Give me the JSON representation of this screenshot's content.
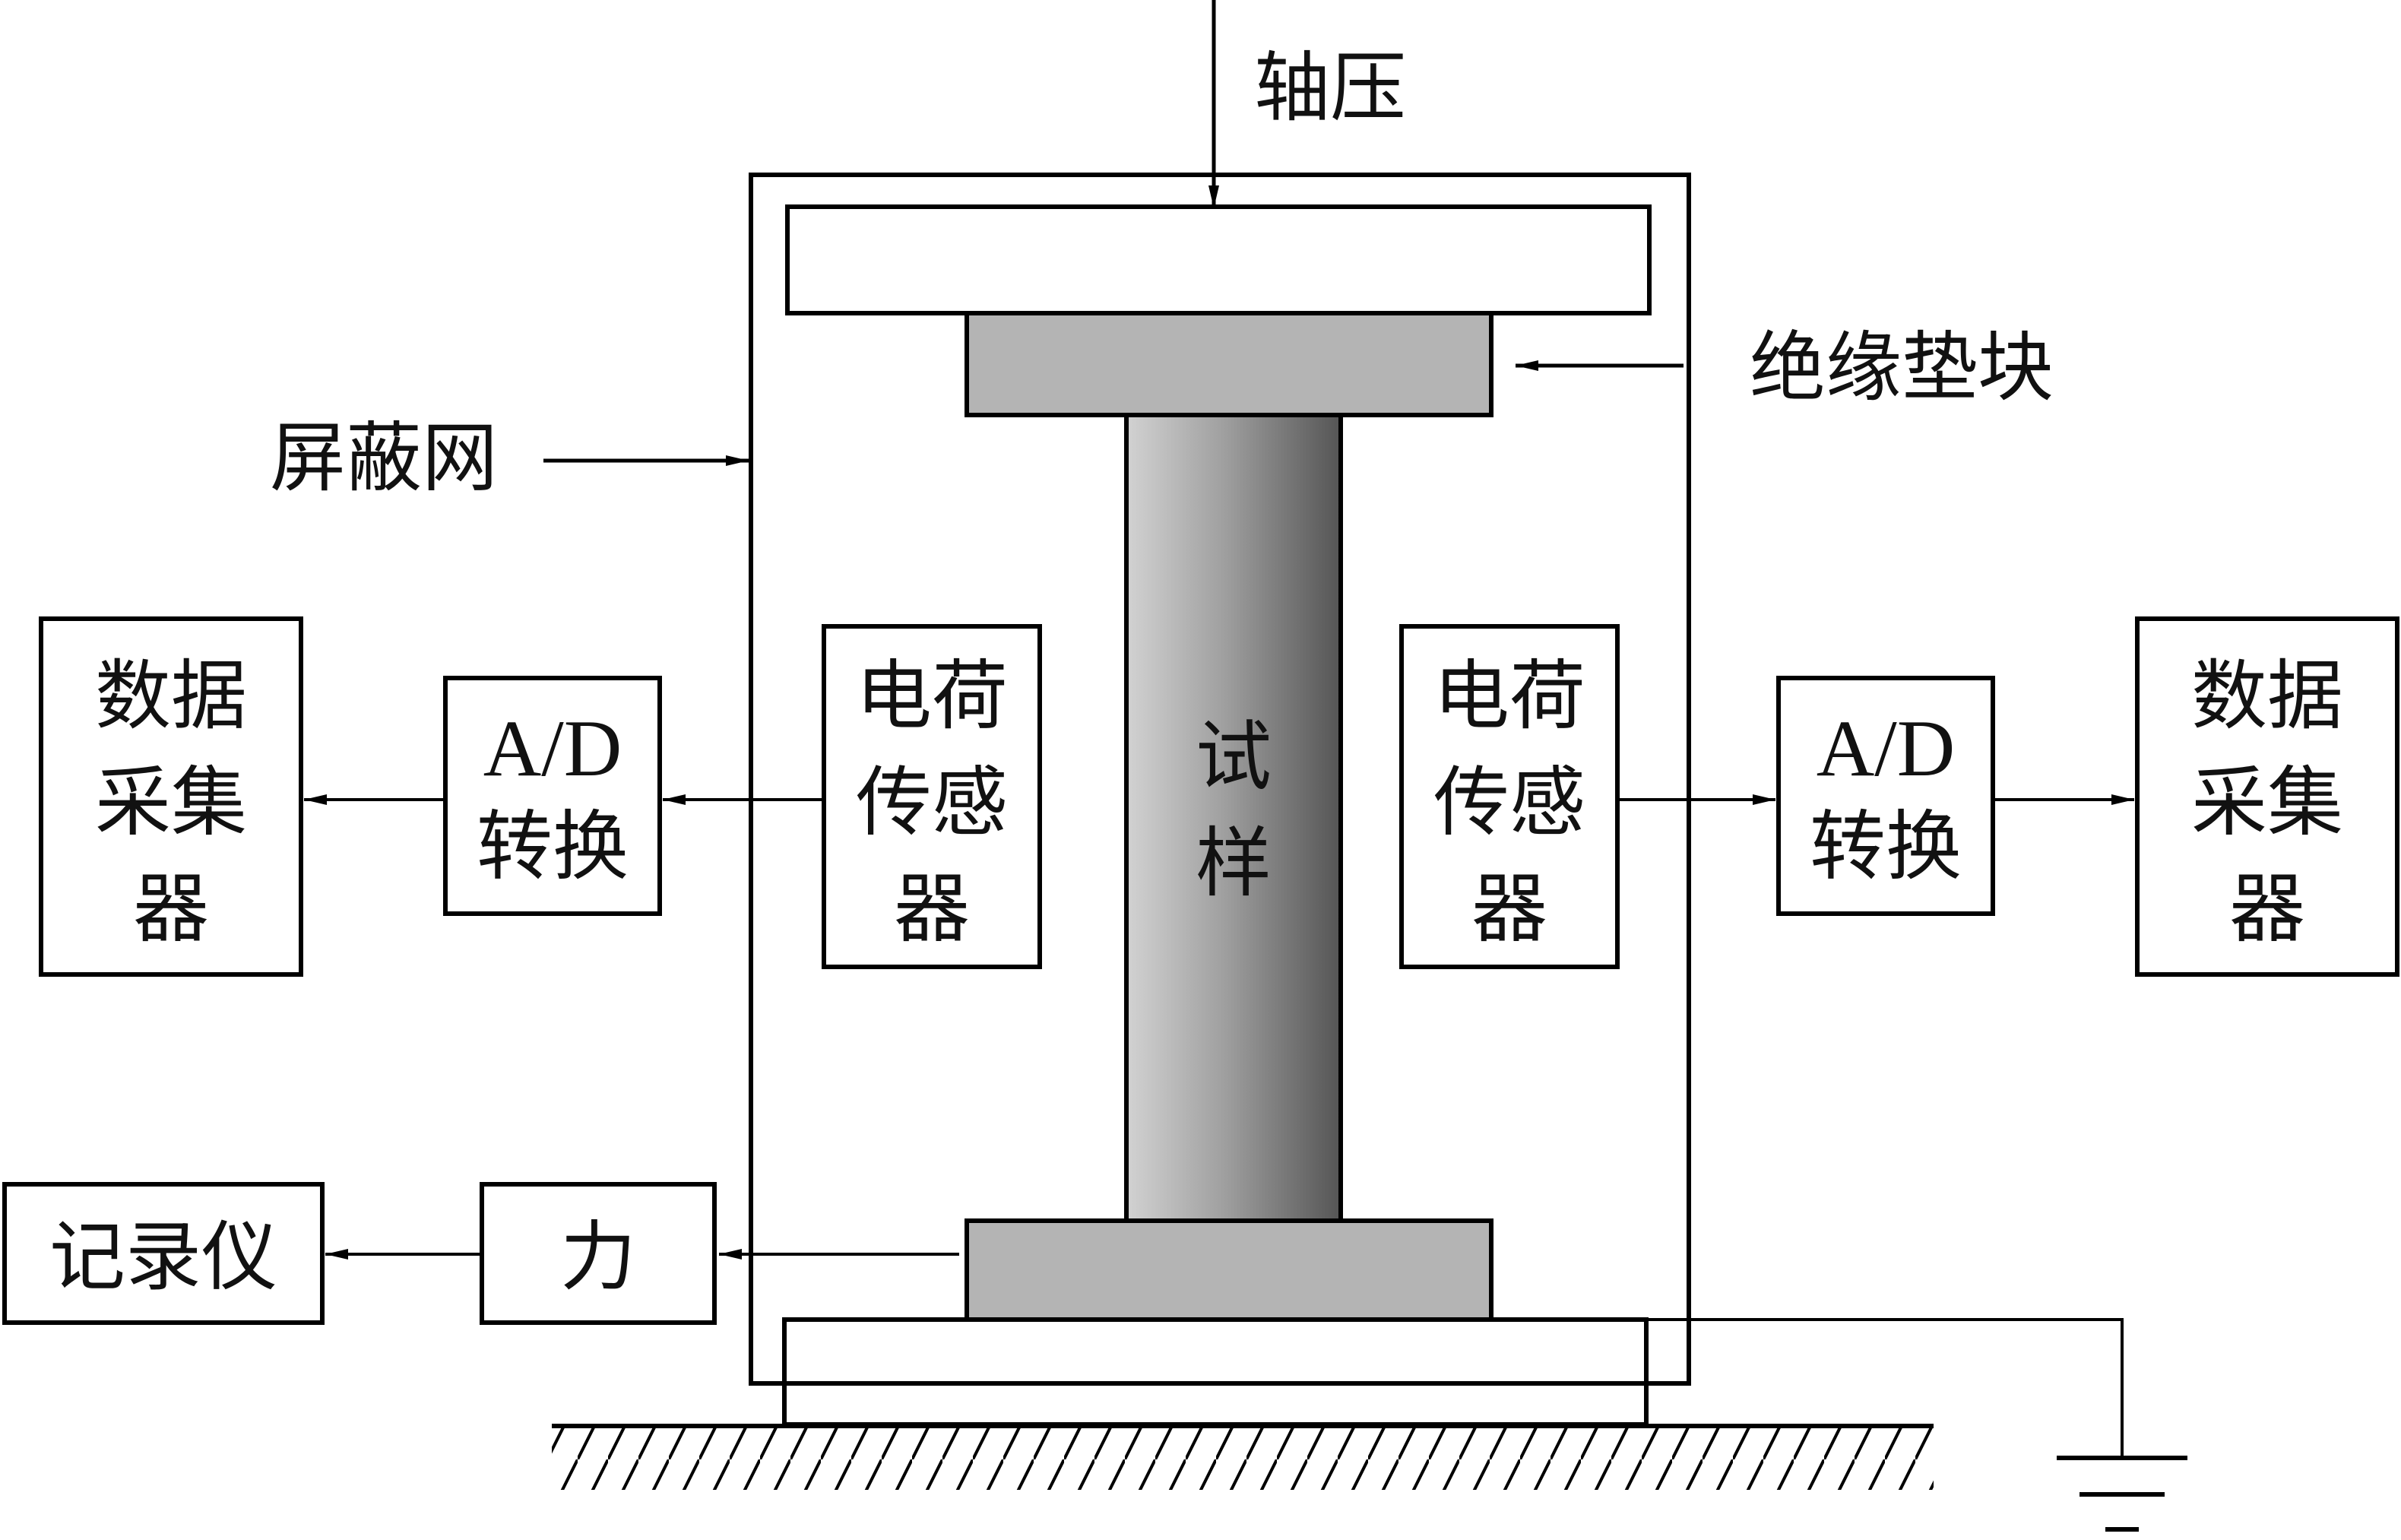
{
  "labels": {
    "axial_pressure": "轴压",
    "insulating_pad": "绝缘垫块",
    "shield_mesh": "屏蔽网",
    "specimen": [
      "试",
      "样"
    ],
    "charge_sensor": [
      "电荷",
      "传感",
      "器"
    ],
    "ad_converter": [
      "A/D",
      "转换"
    ],
    "data_collector": [
      "数据",
      "采集",
      "器"
    ],
    "force": "力",
    "recorder": "记录仪"
  },
  "colors": {
    "line": "#000000",
    "pad_fill": "#b4b4b4",
    "specimen_gradient": [
      "#d2d2d2",
      "#a0a0a0",
      "#555555"
    ],
    "background": "#ffffff"
  },
  "icons": {
    "ground": "ground-symbol",
    "base_hatch": "hatched-ground-line"
  }
}
